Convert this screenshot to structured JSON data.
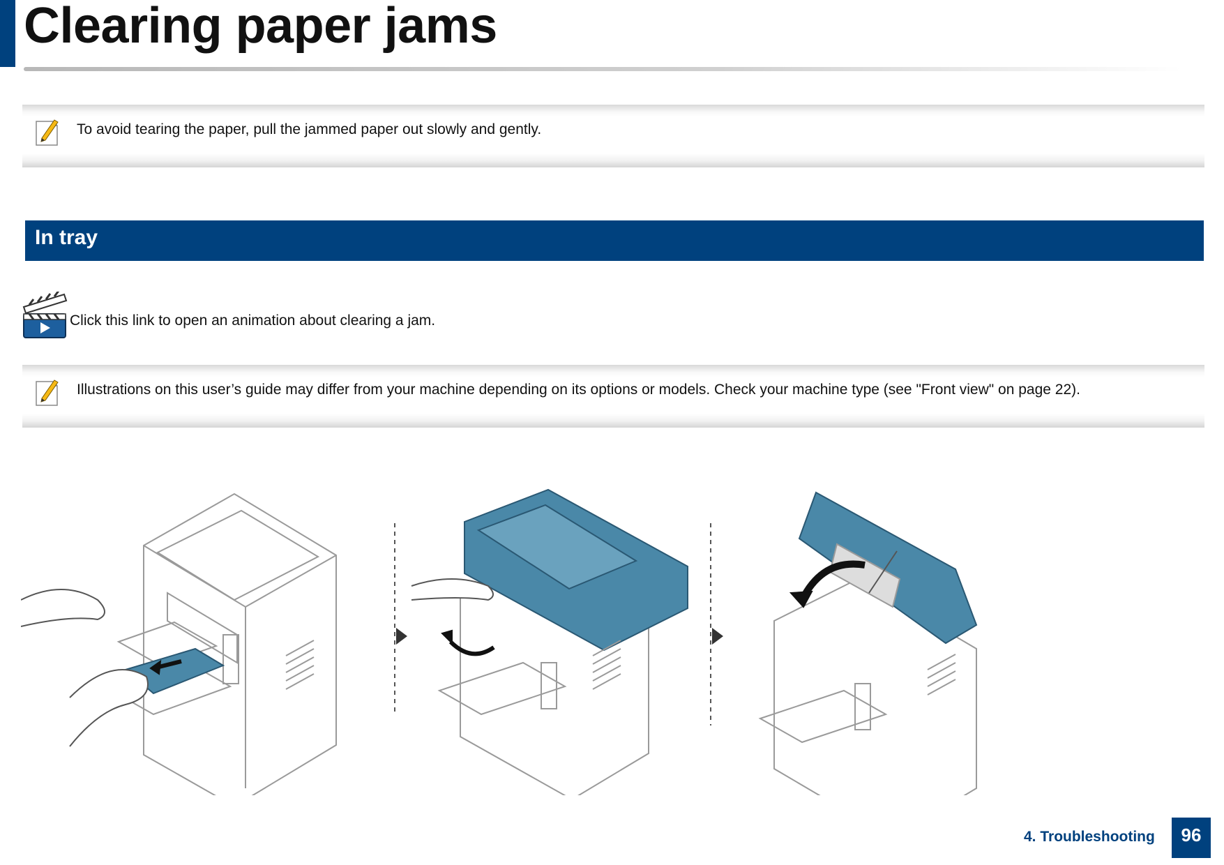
{
  "page": {
    "title": "Clearing paper jams",
    "accent_color": "#00417e"
  },
  "notes": [
    {
      "icon": "note-pencil-icon",
      "text": "To avoid tearing the paper, pull the jammed paper out slowly and gently."
    },
    {
      "icon": "note-pencil-icon",
      "text": "Illustrations on this user’s guide may differ from your machine depending on its options or models. Check your machine type (see \"Front view\" on page 22)."
    }
  ],
  "section": {
    "title": "In tray"
  },
  "animation_link": {
    "icon": "clapperboard-play-icon",
    "text": "Click this link to open an animation about clearing a jam."
  },
  "illustrations": {
    "steps": [
      "pull-jammed-paper-from-tray",
      "lift-scan-unit-cover",
      "open-inner-cover"
    ],
    "highlight_color": "#4a88a8"
  },
  "footer": {
    "chapter": "4.  Troubleshooting",
    "page_number": "96"
  }
}
